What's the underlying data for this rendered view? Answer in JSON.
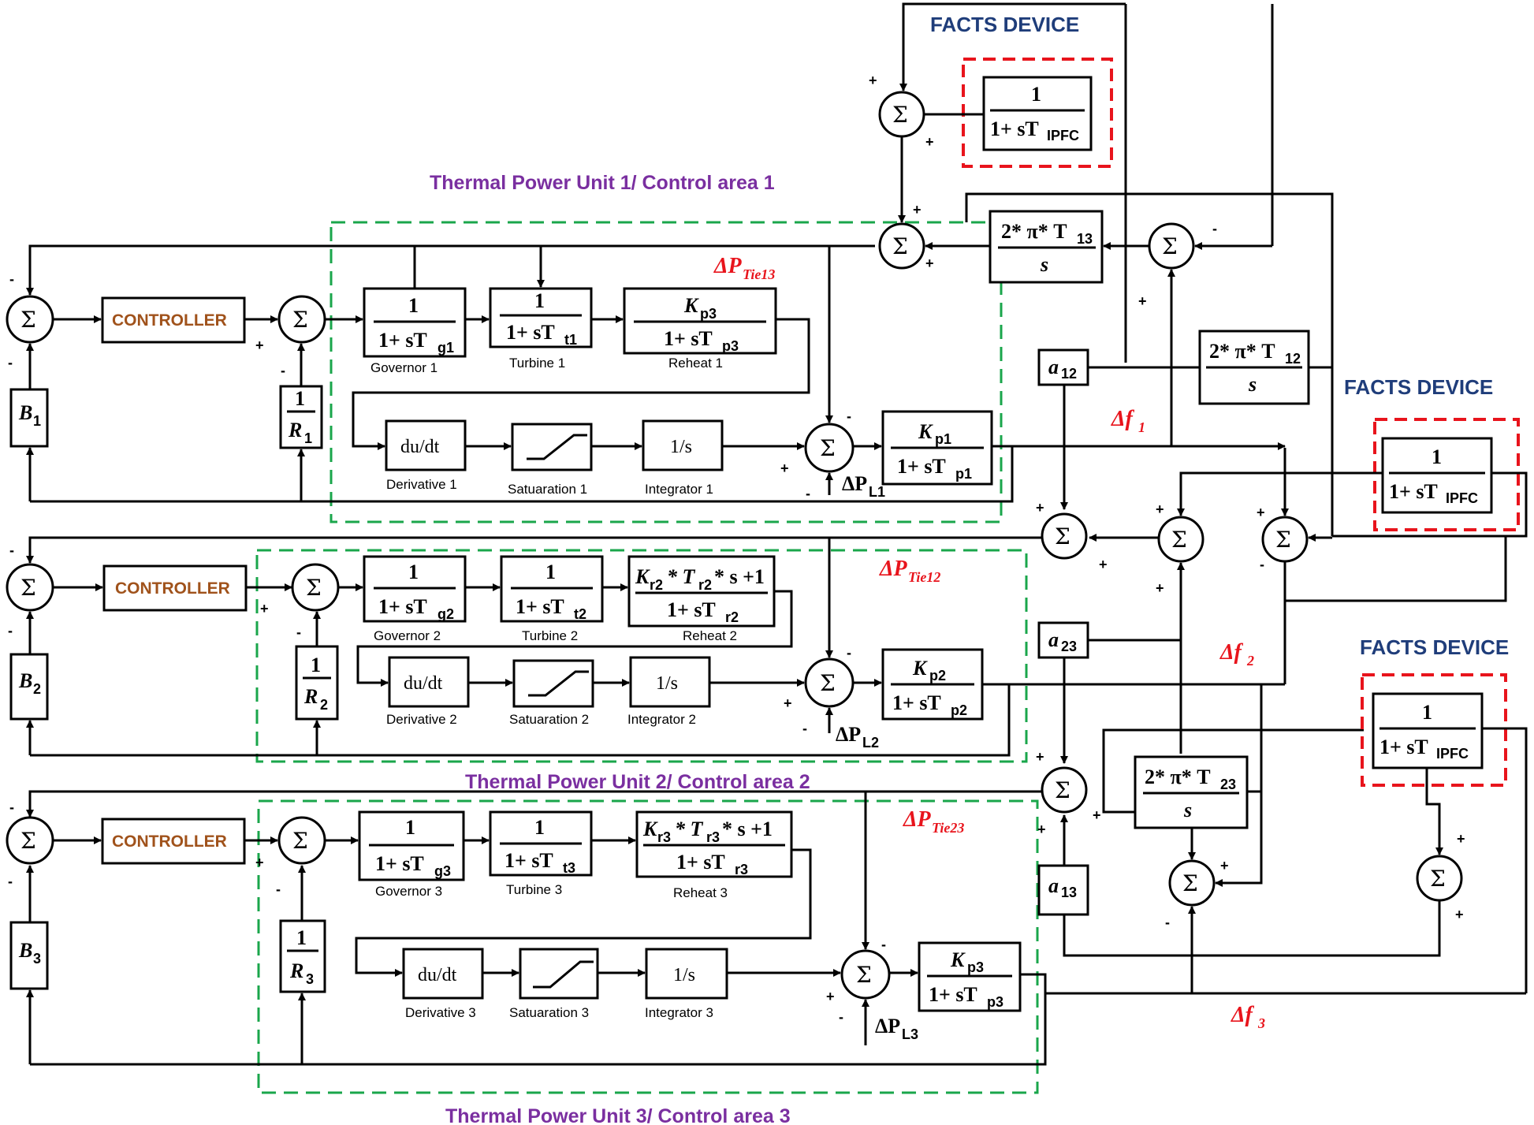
{
  "titles": {
    "area1": "Thermal Power Unit 1/ Control area 1",
    "area2": "Thermal Power Unit 2/ Control area 2",
    "area3": "Thermal Power Unit 3/ Control area 3",
    "facts": "FACTS DEVICE"
  },
  "blocks": {
    "controller": "CONTROLLER",
    "governor1": "Governor 1",
    "turbine1": "Turbine 1",
    "reheat1": "Reheat 1",
    "derivative1": "Derivative 1",
    "saturation1": "Satuaration 1",
    "integrator1": "Integrator 1",
    "governor2": "Governor 2",
    "turbine2": "Turbine 2",
    "reheat2": "Reheat 2",
    "derivative2": "Derivative 2",
    "saturation2": "Satuaration 2",
    "integrator2": "Integrator 2",
    "governor3": "Governor 3",
    "turbine3": "Turbine 3",
    "reheat3": "Reheat 3",
    "derivative3": "Derivative 3",
    "saturation3": "Satuaration 3",
    "integrator3": "Integrator 3",
    "dudt": "du/dt",
    "integ": "1/s"
  },
  "signals": {
    "tie13": "ΔP",
    "tie13_sub": "Tie13",
    "tie12": "ΔP",
    "tie12_sub": "Tie12",
    "tie23": "ΔP",
    "tie23_sub": "Tie23",
    "df1": "Δf",
    "df1_sub": "1",
    "df2": "Δf",
    "df2_sub": "2",
    "df3": "Δf",
    "df3_sub": "3",
    "pl1": "ΔP",
    "pl1_sub": "L1",
    "pl2": "ΔP",
    "pl2_sub": "L2",
    "pl3": "ΔP",
    "pl3_sub": "L3"
  },
  "transfer": {
    "one": "1",
    "num_gov": "1",
    "den_gov1": "1+ sT",
    "den_gov1_sub": "g1",
    "den_gov2": "1+ sT",
    "den_gov2_sub": "g2",
    "den_gov3": "1+ sT",
    "den_gov3_sub": "g3",
    "den_tur1": "1+ sT",
    "den_tur1_sub": "t1",
    "den_tur2": "1+ sT",
    "den_tur2_sub": "t2",
    "den_tur3": "1+ sT",
    "den_tur3_sub": "t3",
    "reheat1_num": "K",
    "reheat1_num_sub": "p3",
    "reheat1_den": "1+ sT",
    "reheat1_den_sub": "p3",
    "reheat2_num": "K",
    "reheat2_num_sub": "r2",
    "reheat2_num_rest": "* T",
    "reheat2_num_sub2": "r2",
    "reheat2_num_tail": "* s +1",
    "reheat2_den": "1+ sT",
    "reheat2_den_sub": "r2",
    "reheat3_num": "K",
    "reheat3_num_sub": "r3",
    "reheat3_num_rest": "* T",
    "reheat3_num_sub2": "r3",
    "reheat3_num_tail": "* s +1",
    "reheat3_den": "1+ sT",
    "reheat3_den_sub": "r3",
    "power1_num": "K",
    "power1_num_sub": "p1",
    "power1_den": "1+ sT",
    "power1_den_sub": "p1",
    "power2_num": "K",
    "power2_num_sub": "p2",
    "power2_den": "1+ sT",
    "power2_den_sub": "p2",
    "power3_num": "K",
    "power3_num_sub": "p3",
    "power3_den": "1+ sT",
    "power3_den_sub": "p3",
    "ipfc_den": "1+ sT",
    "ipfc_den_sub": "IPFC",
    "tie13_num": "2* π* T",
    "tie13_num_sub": "13",
    "tie12_num": "2* π* T",
    "tie12_num_sub": "12",
    "tie23_num": "2* π* T",
    "tie23_num_sub": "23",
    "s": "s",
    "B": "B",
    "B1_sub": "1",
    "B2_sub": "2",
    "B3_sub": "3",
    "R": "R",
    "R1_sub": "1",
    "R2_sub": "2",
    "R3_sub": "3",
    "a": "a",
    "a12_sub": "12",
    "a23_sub": "23",
    "a13_sub": "13"
  },
  "symbols": {
    "sigma": "Σ",
    "plus": "+",
    "minus": "-"
  }
}
